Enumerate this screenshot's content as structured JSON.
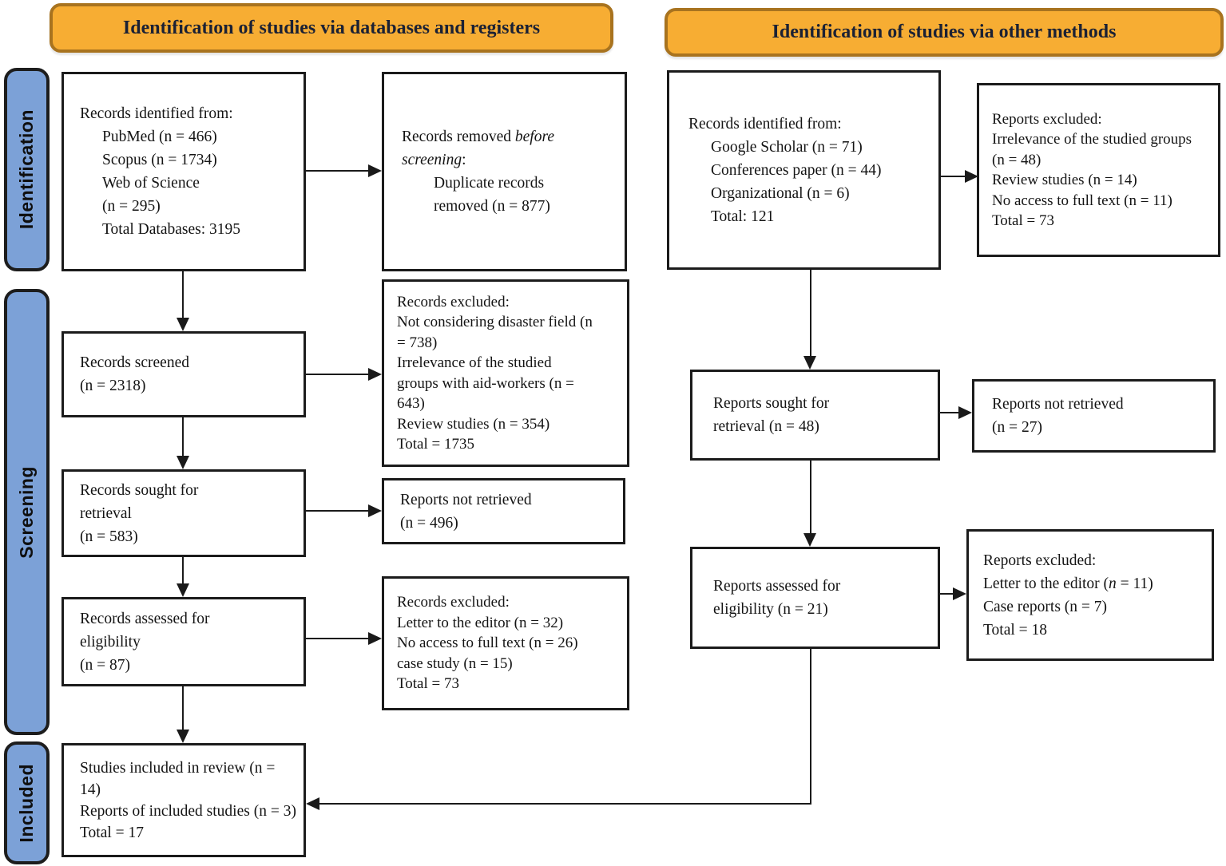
{
  "headers": {
    "databases": "Identification of studies via databases and registers",
    "other": "Identification of studies via other methods"
  },
  "stages": {
    "identification": "Identification",
    "screening": "Screening",
    "included": "Included"
  },
  "colors": {
    "header_fill": "#F7AD33",
    "header_border": "#A8731F",
    "stage_fill": "#7CA1D7",
    "box_border": "#1B1B1B",
    "arrow": "#1A1A1A"
  },
  "boxes": {
    "db_identified": {
      "title": "Records identified from:",
      "items": [
        "PubMed (n = 466)",
        "Scopus (n = 1734)",
        "Web of Science",
        "(n = 295)",
        "Total Databases: 3195"
      ]
    },
    "db_removed": {
      "pre": "Records removed ",
      "italic": "before screening",
      "post": ":",
      "items": [
        "Duplicate records",
        "removed (n = 877)"
      ]
    },
    "db_screened": {
      "lines": [
        "Records screened",
        "(n = 2318)"
      ]
    },
    "db_screened_excluded": {
      "lines": [
        "Records excluded:",
        "Not considering disaster field (n = 738)",
        "Irrelevance of the studied groups with aid-workers (n = 643)",
        "Review studies (n = 354)",
        "Total = 1735"
      ]
    },
    "db_sought": {
      "lines": [
        "Records sought for",
        "retrieval",
        "(n = 583)"
      ]
    },
    "db_not_retrieved": {
      "lines": [
        "Reports not retrieved",
        "(n = 496)"
      ]
    },
    "db_assessed": {
      "lines": [
        "Records assessed for",
        "eligibility",
        "(n = 87)"
      ]
    },
    "db_assessed_excluded": {
      "lines": [
        "Records excluded:",
        "Letter to the editor (n = 32)",
        "No access to full text (n = 26)",
        "case study (n = 15)",
        "Total = 73"
      ]
    },
    "included": {
      "lines": [
        "Studies included in review (n = 14)",
        "Reports of included studies (n = 3)",
        "Total = 17"
      ]
    },
    "other_identified": {
      "title": "Records identified from:",
      "items": [
        "Google Scholar (n = 71)",
        "Conferences paper (n = 44)",
        "Organizational (n = 6)",
        "Total: 121"
      ]
    },
    "other_excluded": {
      "lines": [
        "Reports excluded:",
        "Irrelevance of the studied groups (n = 48)",
        "Review studies (n = 14)",
        "No access to full text (n = 11)",
        "Total = 73"
      ]
    },
    "other_sought": {
      "lines": [
        "Reports sought for",
        "retrieval (n = 48)"
      ]
    },
    "other_not_retrieved": {
      "lines": [
        "Reports not retrieved",
        "(n = 27)"
      ]
    },
    "other_assessed": {
      "lines": [
        "Reports assessed for",
        "eligibility (n = 21)"
      ]
    },
    "other_assessed_excluded": {
      "title": "Reports excluded:",
      "letter_pre": "Letter to the editor (",
      "letter_n": "n",
      "letter_post": " = 11)",
      "lines": [
        "Case reports (n = 7)",
        "Total = 18"
      ]
    }
  }
}
